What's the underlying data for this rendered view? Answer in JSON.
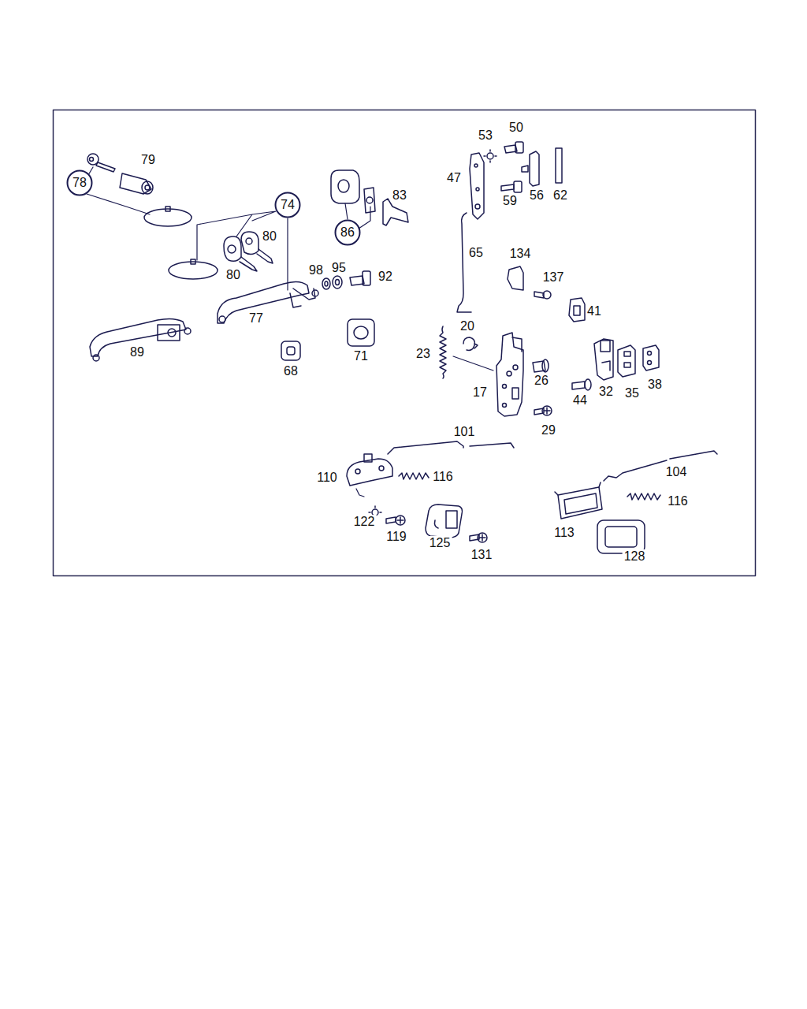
{
  "diagram": {
    "nodes": [
      {
        "text": [
          "78"
        ]
      },
      {
        "text": [
          "74"
        ]
      },
      {
        "text": [
          "86"
        ]
      }
    ],
    "labels": [
      "79",
      "53",
      "50",
      "47",
      "83",
      "56",
      "62",
      "59",
      "80",
      "80",
      "65",
      "134",
      "137",
      "98",
      "95",
      "92",
      "41",
      "77",
      "89",
      "20",
      "23",
      "68",
      "71",
      "26",
      "32",
      "35",
      "38",
      "44",
      "17",
      "29",
      "101",
      "104",
      "110",
      "116",
      "116",
      "122",
      "119",
      "113",
      "125",
      "131",
      "128"
    ]
  }
}
